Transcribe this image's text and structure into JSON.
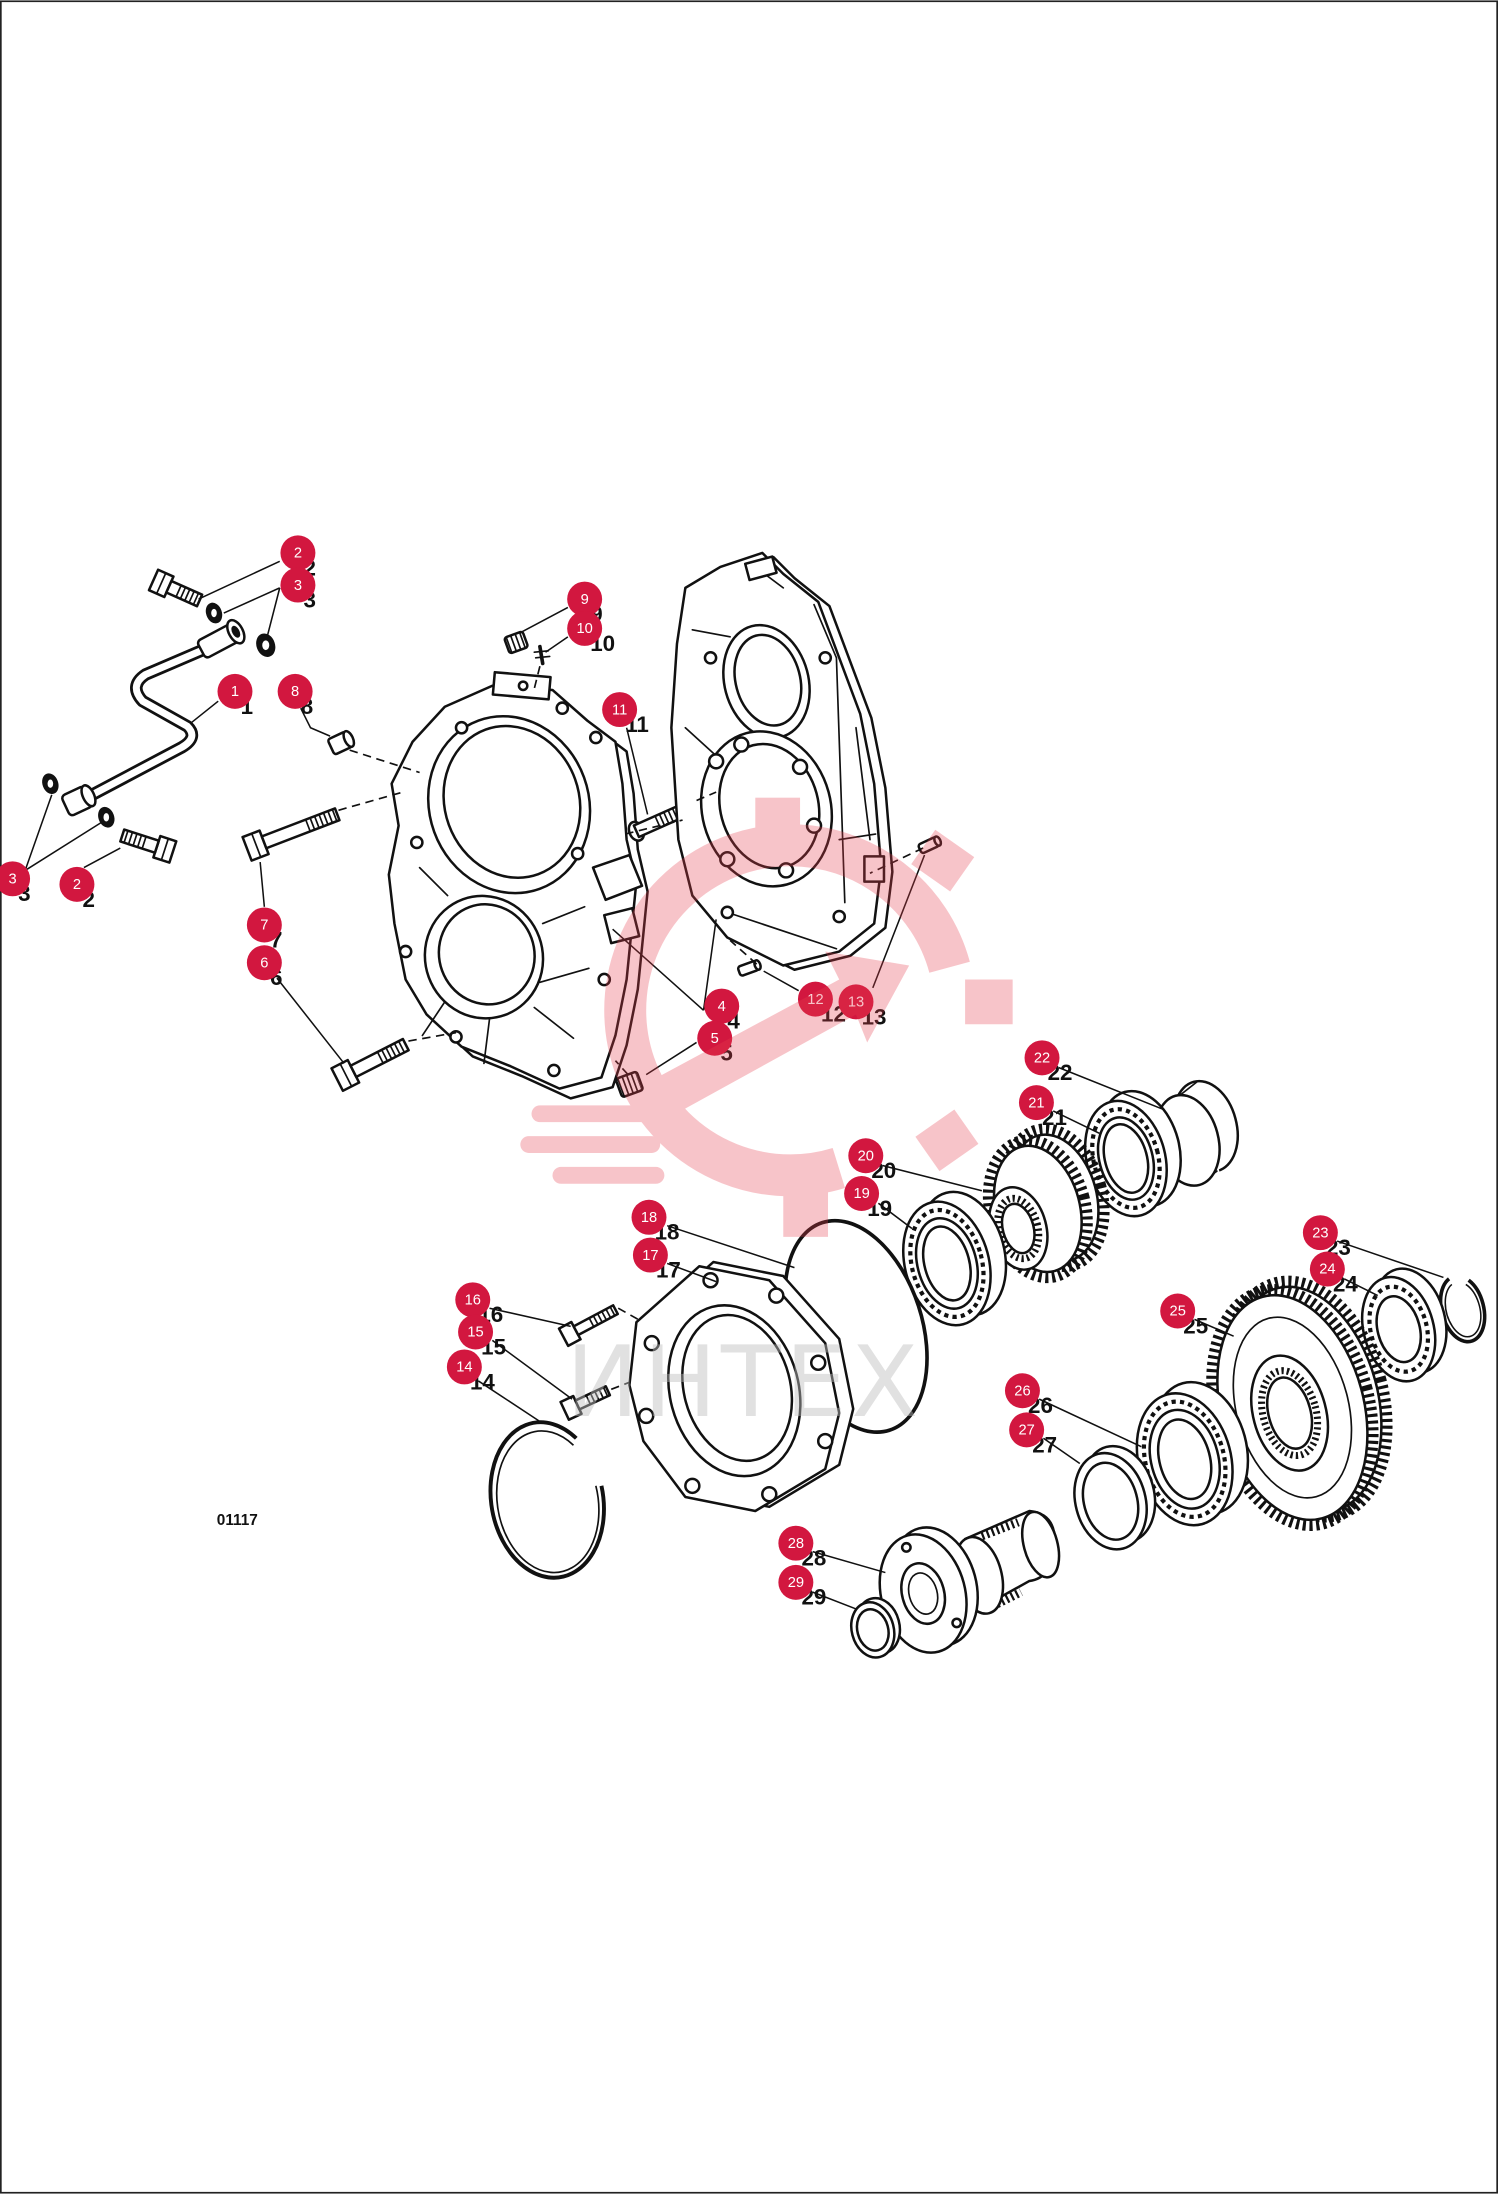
{
  "diagram": {
    "figure_code": "01117",
    "watermark": "ИНТЕХ",
    "callouts": [
      "2",
      "3",
      "9",
      "10",
      "1",
      "8",
      "11",
      "3",
      "2",
      "7",
      "6",
      "4",
      "5",
      "12",
      "13",
      "22",
      "21",
      "20",
      "19",
      "18",
      "17",
      "23",
      "24",
      "25",
      "16",
      "15",
      "14",
      "26",
      "27",
      "28",
      "29"
    ]
  },
  "colors": {
    "callout_fill": "#d2173f",
    "callout_text": "#ffffff",
    "watermark_logo": "#e8404f",
    "line_art": "#111111"
  }
}
